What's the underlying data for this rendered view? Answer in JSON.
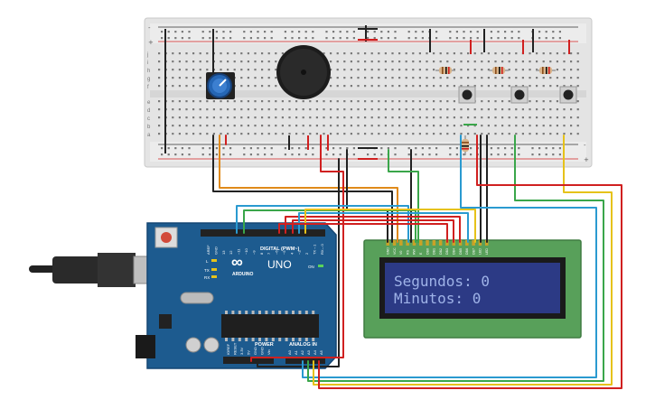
{
  "arduino": {
    "brand": "ARDUINO",
    "model": "UNO",
    "digital_label": "DIGITAL (PWM~)",
    "power_label": "POWER",
    "analog_label": "ANALOG IN",
    "on_label": "ON",
    "led_labels": [
      "L",
      "TX",
      "RX"
    ],
    "digital_pins": [
      "AREF",
      "GND",
      "13",
      "12",
      "~11",
      "~10",
      "~9",
      "8",
      "7",
      "~6",
      "~5",
      "4",
      "~3",
      "2",
      "TX→1",
      "RX←0"
    ],
    "power_pins": [
      "IOREF",
      "RESET",
      "3.3V",
      "5V",
      "GND",
      "GND",
      "Vin"
    ],
    "analog_pins": [
      "A0",
      "A1",
      "A2",
      "A3",
      "A4",
      "A5"
    ]
  },
  "lcd": {
    "line1": "Segundos: 0",
    "line2": "Minutos: 0",
    "pin_labels": [
      "GND",
      "VCC",
      "V0",
      "RS",
      "RW",
      "E",
      "DB0",
      "DB1",
      "DB2",
      "DB3",
      "DB4",
      "DB5",
      "DB6",
      "DB7",
      "LED",
      "LED"
    ]
  },
  "breadboard": {
    "row_letters_top": [
      "j",
      "i",
      "h",
      "g",
      "f"
    ],
    "row_letters_bottom": [
      "e",
      "d",
      "c",
      "b",
      "a"
    ],
    "rail_signs": [
      "-",
      "+"
    ]
  },
  "colors": {
    "board_blue": "#1d5b8f",
    "lcd_green": "#58a05a",
    "lcd_screen": "#2c3a85",
    "lcd_text": "#9fb3e8",
    "wire_red": "#d02020",
    "wire_black": "#222222",
    "wire_yellow": "#e6c21a",
    "wire_green": "#3aa64a",
    "wire_blue": "#2a9ad0",
    "wire_orange": "#e08a1a"
  }
}
